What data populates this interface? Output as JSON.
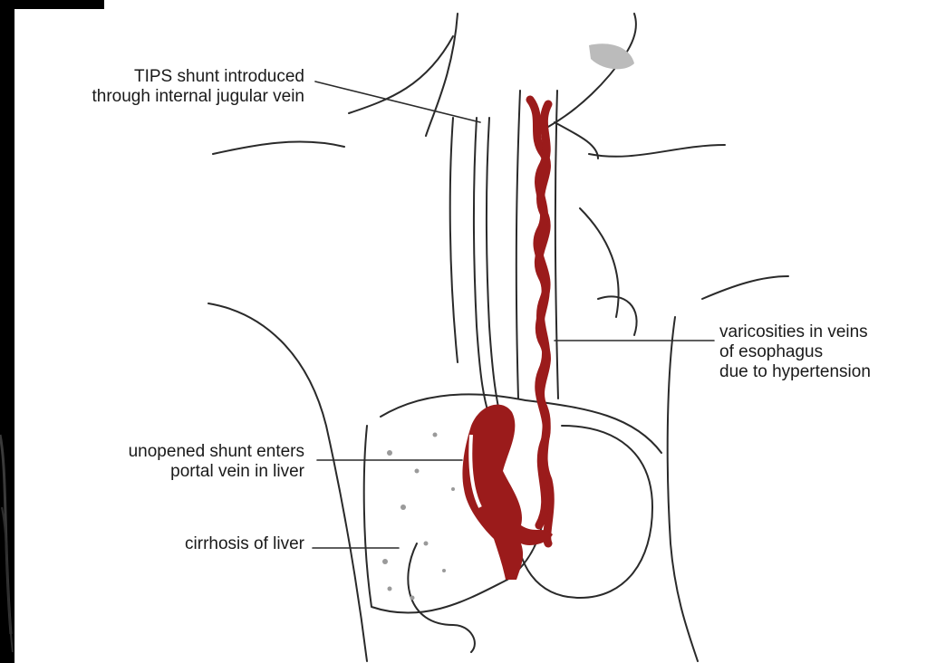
{
  "colors": {
    "background": "#000000",
    "panel": "#ffffff",
    "line": "#2a2a2a",
    "vessel_red": "#9b1b1b",
    "liver_speckle": "#9a9a9a"
  },
  "labels": {
    "tips": [
      "TIPS shunt introduced",
      "through internal jugular vein"
    ],
    "varicosities": [
      "varicosities in veins",
      "of esophagus",
      "due to hypertension"
    ],
    "shunt": [
      "unopened shunt enters",
      "portal vein in liver"
    ],
    "cirrhosis": [
      "cirrhosis of liver"
    ]
  }
}
